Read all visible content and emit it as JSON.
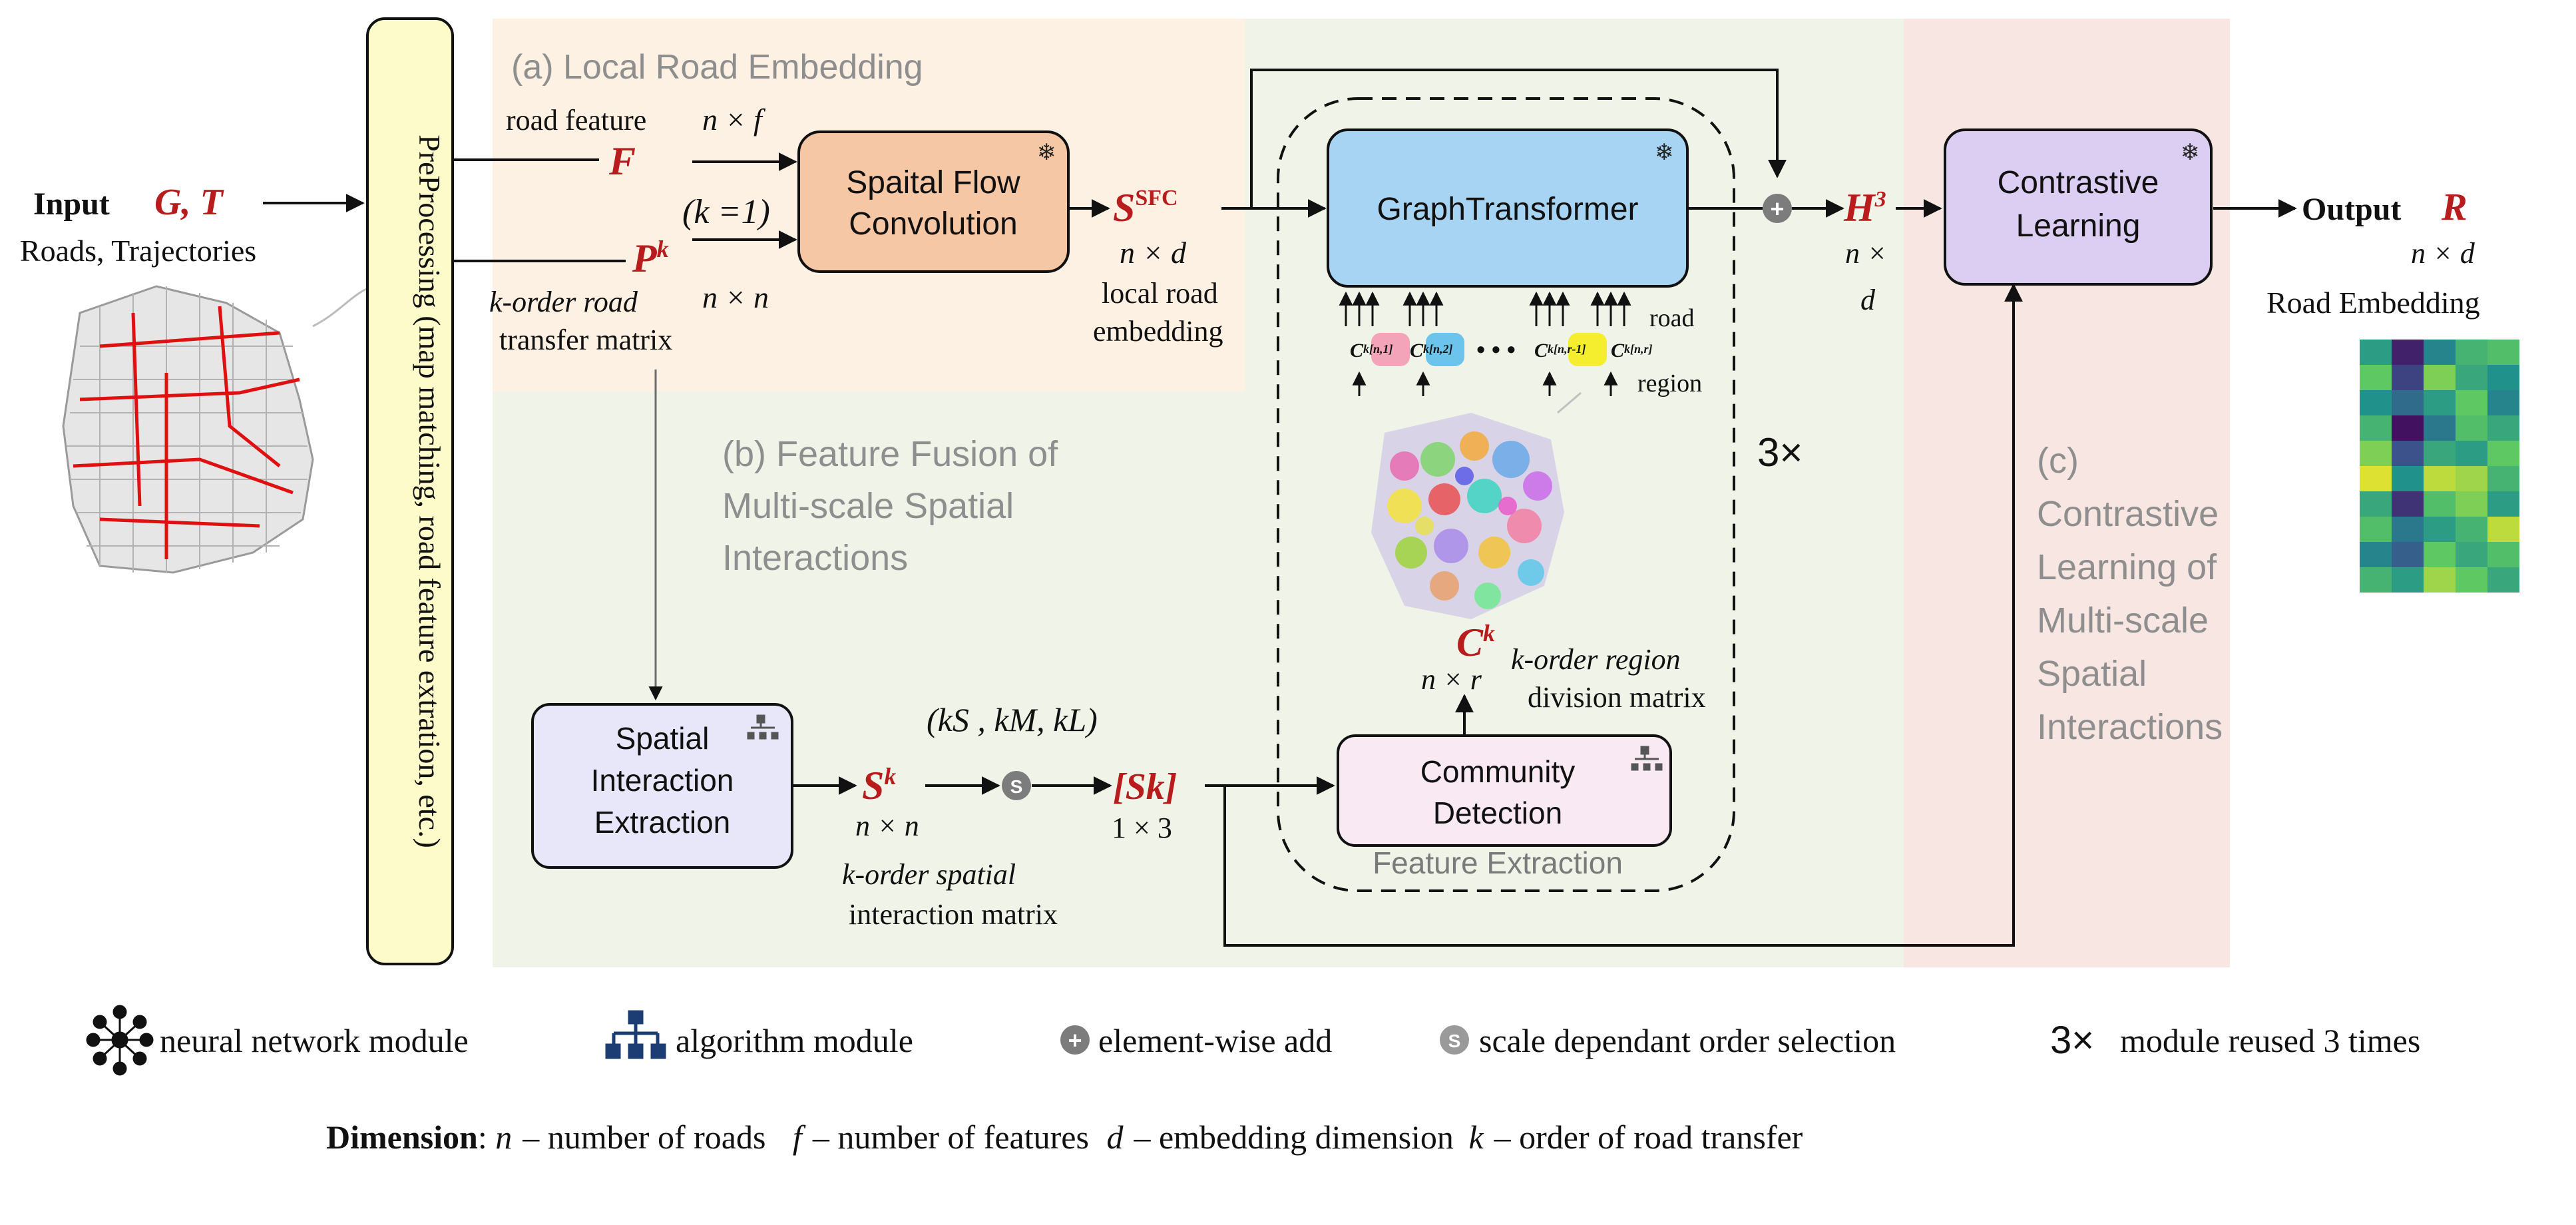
{
  "input": {
    "label": "Input",
    "symbols": "G, T",
    "caption": "Roads, Trajectories"
  },
  "preprocessing": {
    "label": "PreProcessing (map matching, road feature extration, etc.)"
  },
  "sections": {
    "a": "(a) Local Road Embedding",
    "b_line1": "(b) Feature Fusion of",
    "b_line2": "Multi-scale Spatial",
    "b_line3": "Interactions",
    "c_line1": "(c)",
    "c_line2": "Contrastive",
    "c_line3": "Learning of",
    "c_line4": "Multi-scale",
    "c_line5": "Spatial",
    "c_line6": "Interactions"
  },
  "road_feature": {
    "caption": "road feature",
    "dim": "n × f",
    "symbol": "F"
  },
  "transfer": {
    "symbol": "P",
    "sup": "k",
    "dim": "n × n",
    "k_eq": "(k =1)",
    "caption_line1": "k-order road",
    "caption_line2": "transfer matrix"
  },
  "sfc": {
    "line1": "Spaital Flow",
    "line2": "Convolution",
    "out_symbol": "S",
    "out_sup": "SFC",
    "out_dim": "n × d",
    "caption_line1": "local road",
    "caption_line2": "embedding"
  },
  "graph_transformer": {
    "label": "GraphTransformer",
    "tokens": [
      "C",
      "C",
      "C",
      "C"
    ],
    "token_subs": [
      "k[n,1]",
      "k[n,2]",
      "k[n,r-1]",
      "k[n,r]"
    ],
    "dots": "• • •",
    "road_label": "road",
    "region_label": "region",
    "repeat": "3×"
  },
  "region": {
    "symbol": "C",
    "sup": "k",
    "dim": "n × r",
    "caption_line1": "k-order region",
    "caption_line2": "division matrix"
  },
  "community": {
    "line1": "Community",
    "line2": "Detection",
    "group_label": "Feature Extraction"
  },
  "spatial": {
    "line1": "Spatial",
    "line2": "Interaction",
    "line3": "Extraction",
    "out_symbol": "S",
    "out_sup": "k",
    "out_dim": "n × n",
    "scales": "(kS , kM, kL)",
    "selected": "[Sk]",
    "selected_dim": "1 × 3",
    "caption_line1": "k-order spatial",
    "caption_line2": "interaction matrix"
  },
  "h": {
    "symbol": "H",
    "sup": "3",
    "dim1": "n ×",
    "dim2": "d"
  },
  "contrastive": {
    "line1": "Contrastive",
    "line2": "Learning"
  },
  "output": {
    "label": "Output",
    "symbol": "R",
    "dim": "n × d",
    "caption": "Road Embedding"
  },
  "heatmap": {
    "rows": 10,
    "cols": 5,
    "values": [
      0.55,
      0.1,
      0.45,
      0.65,
      0.7,
      0.75,
      0.2,
      0.8,
      0.6,
      0.5,
      0.5,
      0.35,
      0.55,
      0.75,
      0.45,
      0.65,
      0.05,
      0.4,
      0.7,
      0.6,
      0.8,
      0.25,
      0.6,
      0.55,
      0.75,
      0.95,
      0.5,
      0.9,
      0.85,
      0.65,
      0.6,
      0.15,
      0.7,
      0.8,
      0.55,
      0.7,
      0.4,
      0.55,
      0.65,
      0.9,
      0.45,
      0.3,
      0.75,
      0.6,
      0.7,
      0.65,
      0.55,
      0.85,
      0.75,
      0.6
    ]
  },
  "legend": {
    "nn": "neural network module",
    "alg": "algorithm module",
    "add": "element-wise add",
    "scale": "scale dependant order selection",
    "reuse_mark": "3×",
    "reuse": "module reused 3 times"
  },
  "dimension": {
    "label": "Dimension",
    "n": "n",
    "n_desc": "– number of roads",
    "f": "f",
    "f_desc": "– number of features",
    "d": "d",
    "d_desc": "– embedding dimension",
    "k": "k",
    "k_desc": "– order of road transfer"
  },
  "colors": {
    "symbol_red": "#b81c1c",
    "peach_bg": "#fdf1e3",
    "green_bg": "#f0f4e8",
    "pink_bg": "#f8e6e2",
    "preproc_fill": "#fdfbc9",
    "sfc_fill": "#f6c7a4",
    "gt_fill": "#a7d4f3",
    "cl_fill": "#dccdf2",
    "sie_fill": "#e8e6f9",
    "cd_fill": "#f9e9f3"
  }
}
